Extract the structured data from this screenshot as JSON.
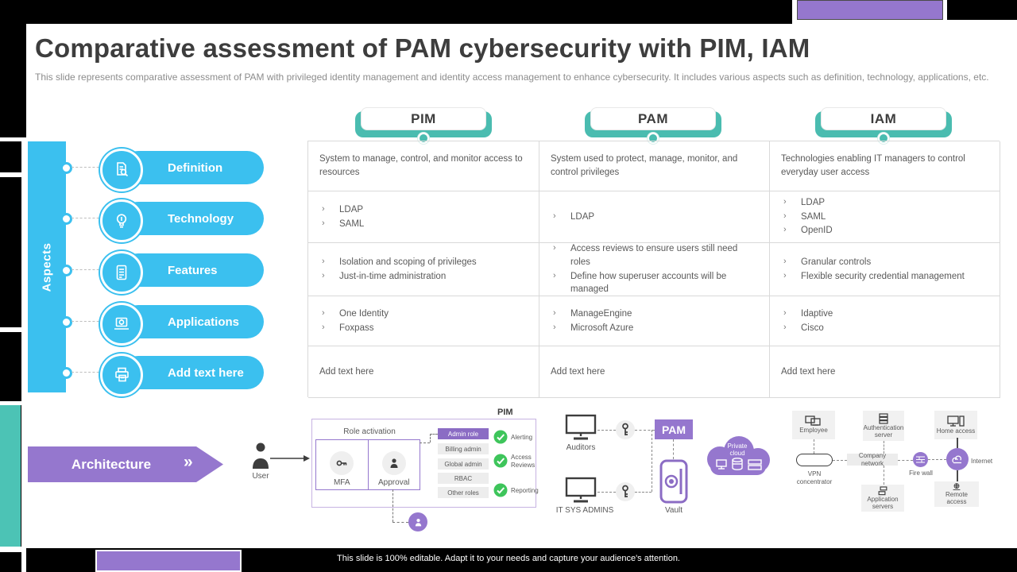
{
  "slide": {
    "title": "Comparative assessment of PAM cybersecurity with PIM, IAM",
    "subtitle": "This slide represents comparative assessment of PAM with privileged identity management and identity access management to enhance cybersecurity. It includes various aspects such as definition, technology, applications, etc.",
    "footer_note": "This slide is 100% editable. Adapt it to your needs and capture your audience's attention."
  },
  "colors": {
    "blue": "#3bc0ef",
    "teal": "#4abcb0",
    "teal_block": "#4cc3b5",
    "purple": "#9577ce",
    "role_purple": "#8b6cc4",
    "green": "#3ec55b",
    "text_dark": "#3d3d3d",
    "text_gray": "#595959",
    "grid_border": "#d9d9d9"
  },
  "aspects_label": "Aspects",
  "columns": [
    "PIM",
    "PAM",
    "IAM"
  ],
  "rows": [
    {
      "label": "Definition"
    },
    {
      "label": "Technology"
    },
    {
      "label": "Features"
    },
    {
      "label": "Applications"
    },
    {
      "label": "Add text here"
    }
  ],
  "table": {
    "definition": [
      "System to manage, control, and monitor access to resources",
      "System used to protect, manage, monitor, and control privileges",
      "Technologies enabling IT managers to control everyday user access"
    ],
    "technology": [
      [
        "LDAP",
        "SAML"
      ],
      [
        "LDAP"
      ],
      [
        "LDAP",
        "SAML",
        "OpenID"
      ]
    ],
    "features": [
      [
        "Isolation and scoping of privileges",
        "Just-in-time administration"
      ],
      [
        "Access reviews to ensure users still need roles",
        "Define how superuser accounts will be managed"
      ],
      [
        "Granular controls",
        "Flexible security credential management"
      ]
    ],
    "applications": [
      [
        "One Identity",
        "Foxpass"
      ],
      [
        "ManageEngine",
        "Microsoft Azure"
      ],
      [
        "Idaptive",
        "Cisco"
      ]
    ],
    "placeholder": [
      "Add text here",
      "Add text here",
      "Add text here"
    ]
  },
  "architecture": {
    "banner_label": "Architecture",
    "chevron": "»",
    "user_label": "User",
    "pim": {
      "title": "PIM",
      "role_activation_label": "Role activation",
      "mfa_label": "MFA",
      "approval_label": "Approval",
      "roles": [
        "Admin role",
        "Billing admin",
        "Global admin",
        "RBAC",
        "Other roles"
      ],
      "checks": [
        "Alerting",
        "Access Reviews",
        "Reporting"
      ]
    },
    "pam": {
      "box_label": "PAM",
      "auditors_label": "Auditors",
      "itsys_label": "IT SYS ADMINS",
      "vault_label": "Vault",
      "cloud_label": "Private cloud"
    },
    "iam": {
      "employee": "Employee",
      "auth_server": "Authentication server",
      "home_access": "Home access",
      "vpn": "VPN concentrator",
      "company_network": "Company network",
      "firewall": "Fire wall",
      "internet": "Internet",
      "app_servers": "Application servers",
      "remote_access": "Remote access"
    }
  }
}
